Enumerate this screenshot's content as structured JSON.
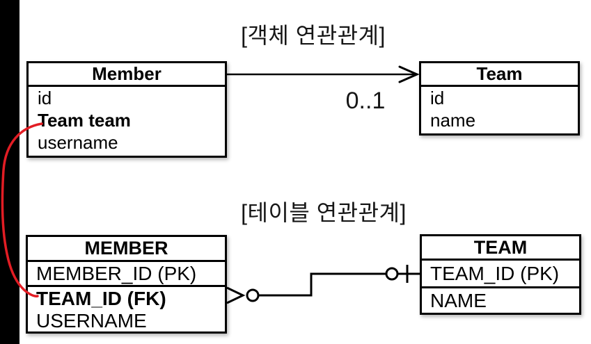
{
  "object_section": {
    "title": "[객체 연관관계]",
    "member_box": {
      "title": "Member",
      "fields": [
        "id",
        "Team team",
        "username"
      ],
      "emphasized_field": "Team team"
    },
    "team_box": {
      "title": "Team",
      "fields": [
        "id",
        "name"
      ]
    },
    "association": {
      "multiplicity_label": "0..1"
    }
  },
  "table_section": {
    "title": "[테이블 연관관계]",
    "member_table": {
      "title": "MEMBER",
      "fields": [
        "MEMBER_ID (PK)",
        "TEAM_ID (FK)",
        "USERNAME"
      ],
      "emphasized_field": "TEAM_ID (FK)"
    },
    "team_table": {
      "title": "TEAM",
      "fields": [
        "TEAM_ID (PK)",
        "NAME"
      ]
    }
  },
  "colors": {
    "background": "#ffffff",
    "line": "#000000",
    "left_bar": "#000000",
    "fk_link_red": "#e21d24"
  },
  "icons": {
    "arrow-head-icon": "open chevron arrowhead pointing right",
    "crows-foot-many-icon": "crow's foot (many) at MEMBER side",
    "zero-circle-member-icon": "circle (zero) next to crow's foot",
    "zero-circle-team-icon": "circle (zero) at TEAM side",
    "one-tick-icon": "vertical tick (one) at TEAM side",
    "fk-association-curve-icon": "red hand-drawn curve linking Team team field to TEAM_ID (FK) field"
  }
}
